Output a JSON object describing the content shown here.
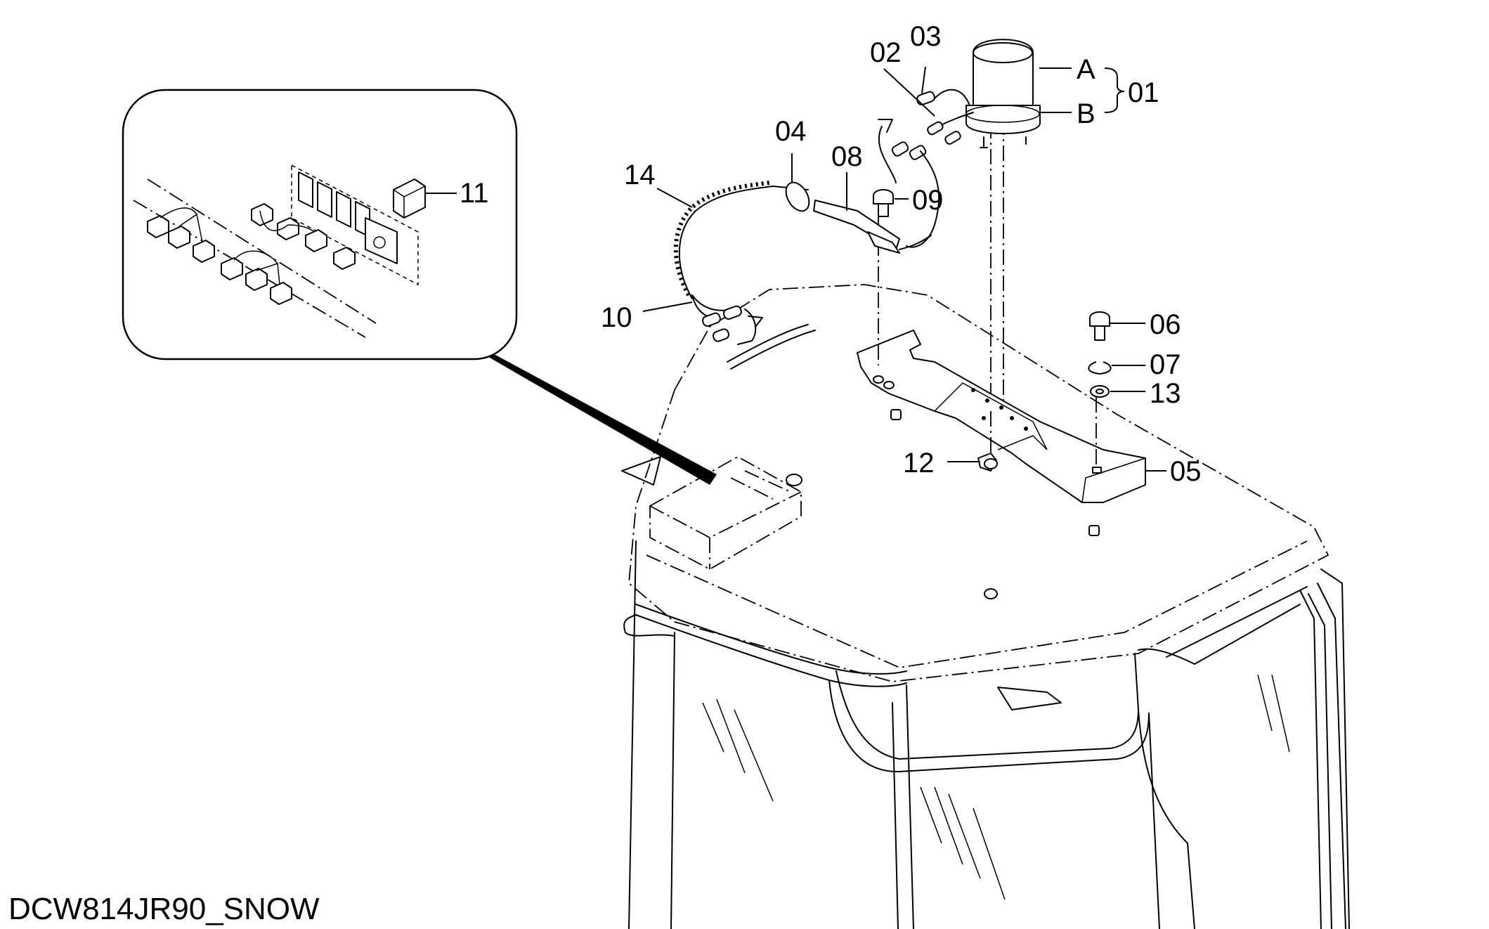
{
  "drawing_id": "DCW814JR90_SNOW",
  "callouts": {
    "p01": "01",
    "p02": "02",
    "p03": "03",
    "p04": "04",
    "p05": "05",
    "p06": "06",
    "p07": "07",
    "p08": "08",
    "p09": "09",
    "p10": "10",
    "p11": "11",
    "p12": "12",
    "p13": "13",
    "p14": "14",
    "sub_a": "A",
    "sub_b": "B"
  }
}
